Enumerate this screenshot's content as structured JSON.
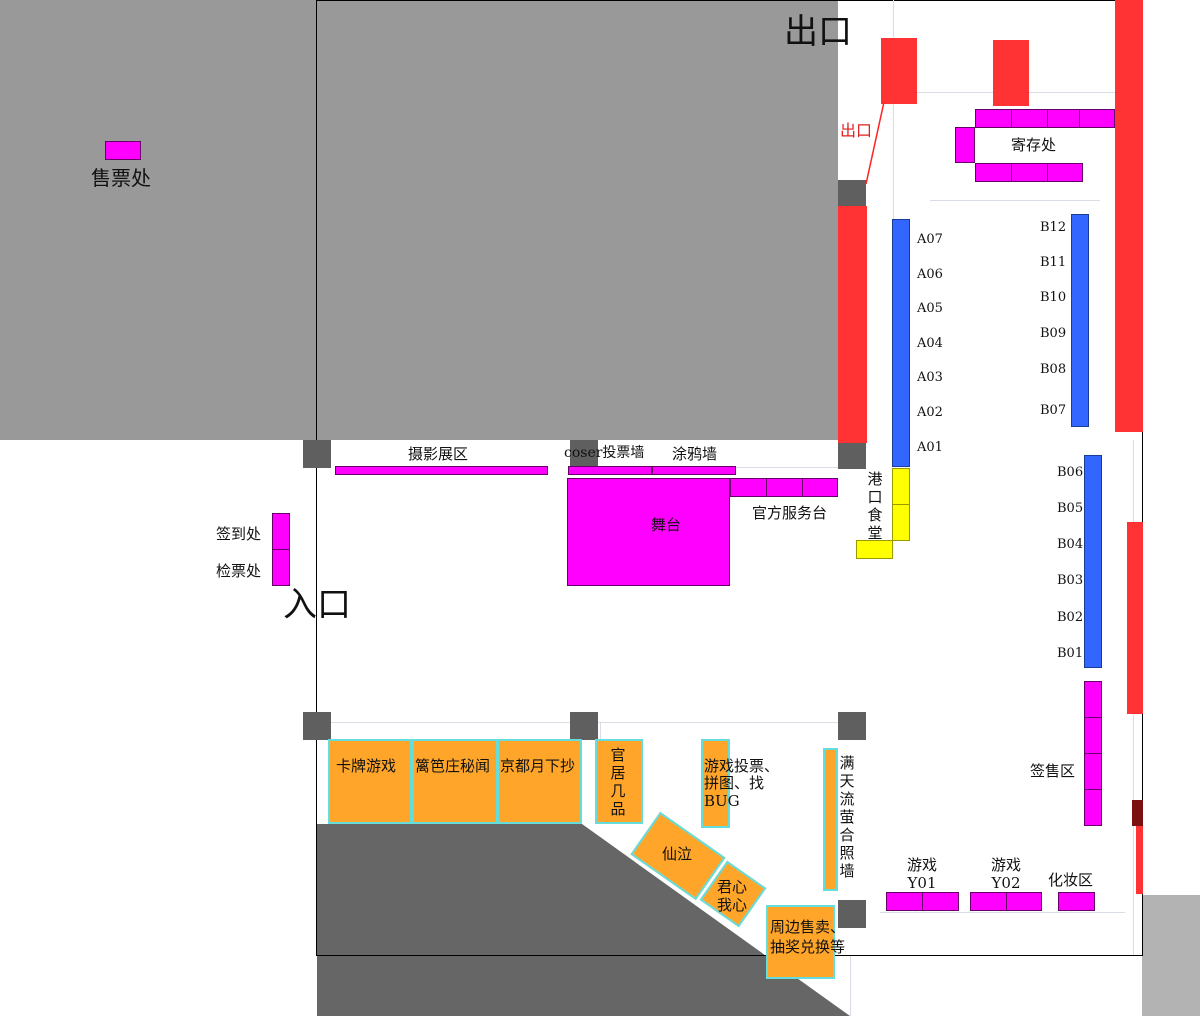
{
  "labels": {
    "ticket_office": "售票处",
    "exit_top": "出口",
    "exit_red": "出口",
    "storage": "寄存处",
    "photo_exhibit": "摄影展区",
    "coser_vote_wall": "coser投票墙",
    "graffiti_wall": "涂鸦墙",
    "stage": "舞台",
    "official_service": "官方服务台",
    "harbor_canteen": "港口食堂",
    "checkin": "签到处",
    "ticket_check": "检票处",
    "entrance": "入口",
    "signing_area": "签售区",
    "makeup_area": "化妆区",
    "game_y01": "游戏Y01",
    "game_y02": "游戏Y02"
  },
  "a_row": [
    "A07",
    "A06",
    "A05",
    "A04",
    "A03",
    "A02",
    "A01"
  ],
  "b_row_upper": [
    "B12",
    "B11",
    "B10",
    "B09",
    "B08",
    "B07"
  ],
  "b_row_lower": [
    "B06",
    "B05",
    "B04",
    "B03",
    "B02",
    "B01"
  ],
  "orange_booths": {
    "card_game": "卡牌游戏",
    "rakuan_secrets": "篱笆庄秘闻",
    "kyoto_moon": "京都月下抄",
    "official_residence": "官居几品",
    "game_vote": "游戏投票、拼图、找BUG",
    "mantian_wall": "满天流萤合照墙",
    "xianqi": "仙泣",
    "junxin": "君心我心",
    "merch": "周边售卖、抽奖兑换等"
  },
  "colors": {
    "magenta": "#ff00ff",
    "blue": "#3366ff",
    "red": "#ff3333",
    "yellow": "#ffff00",
    "orange": "#ffa52a",
    "gray": "#999999"
  }
}
